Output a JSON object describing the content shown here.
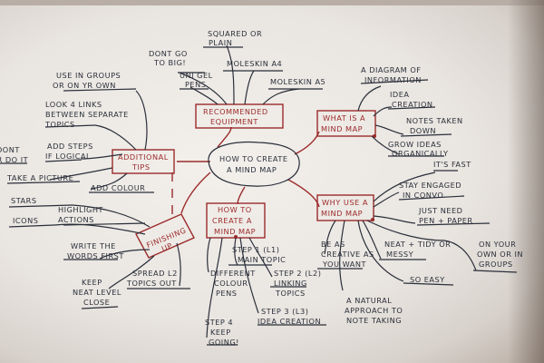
{
  "center": {
    "line1": "HOW TO CREATE",
    "line2": "A MIND MAP"
  },
  "equipment": {
    "title_l1": "RECOMMENDED",
    "title_l2": "EQUIPMENT",
    "items": [
      {
        "l1": "DONT GO",
        "l2": "TO BIG!"
      },
      {
        "l1": "SQUARED OR",
        "l2": "PLAIN"
      },
      {
        "l1": "MOLESKIN A4",
        "l2": ""
      },
      {
        "l1": "UNI GEL",
        "l2": "PENS"
      },
      {
        "l1": "MOLESKIN A5",
        "l2": ""
      }
    ]
  },
  "what": {
    "title_l1": "WHAT IS A",
    "title_l2": "MIND MAP",
    "items": [
      {
        "l1": "A DIAGRAM OF",
        "l2": "INFORMATION"
      },
      {
        "l1": "IDEA",
        "l2": "CREATION"
      },
      {
        "l1": "NOTES TAKEN",
        "l2": "DOWN"
      },
      {
        "l1": "GROW IDEAS",
        "l2": "ORGANICALLY"
      }
    ]
  },
  "why": {
    "title_l1": "WHY USE A",
    "title_l2": "MIND MAP",
    "items": [
      {
        "l1": "IT'S FAST",
        "l2": ""
      },
      {
        "l1": "STAY ENGAGED",
        "l2": "IN CONVO"
      },
      {
        "l1": "JUST NEED",
        "l2": "PEN + PAPER"
      },
      {
        "l1": "ON YOUR",
        "l2": "OWN OR IN",
        "l3": "GROUPS"
      },
      {
        "l1": "NEAT + TIDY OR",
        "l2": "MESSY"
      },
      {
        "l1": "BE AS",
        "l2": "CREATIVE AS",
        "l3": "YOU WANT"
      },
      {
        "l1": "SO EASY",
        "l2": ""
      },
      {
        "l1": "A NATURAL",
        "l2": "APPROACH TO",
        "l3": "NOTE TAKING"
      }
    ]
  },
  "howto": {
    "title_l1": "HOW TO",
    "title_l2": "CREATE A",
    "title_l3": "MIND MAP",
    "items": [
      {
        "l1": "STEP 1 (L1)",
        "l2": "MAIN TOPIC"
      },
      {
        "l1": "STEP 2 (L2)",
        "l2": "LINKING",
        "l3": "TOPICS"
      },
      {
        "l1": "STEP 3 (L3)",
        "l2": "IDEA CREATION"
      },
      {
        "l1": "STEP 4",
        "l2": "KEEP",
        "l3": "GOING!"
      },
      {
        "l1": "DIFFERENT",
        "l2": "COLOUR",
        "l3": "PENS"
      }
    ]
  },
  "tips": {
    "title_l1": "ADDITIONAL",
    "title_l2": "TIPS",
    "items": [
      {
        "l1": "USE IN GROUPS",
        "l2": "OR ON YR OWN"
      },
      {
        "l1": "LOOK 4 LINKS",
        "l2": "BETWEEN SEPARATE",
        "l3": "TOPICS"
      },
      {
        "l1": "ADD STEPS",
        "l2": "IF LOGICAL"
      },
      {
        "l1": "DONT",
        "l2": "OVER DO IT"
      },
      {
        "l1": "TAKE A PICTURE",
        "l2": ""
      },
      {
        "l1": "ADD COLOUR",
        "l2": ""
      }
    ]
  },
  "finish": {
    "title_l1": "FINISHING",
    "title_l2": "UP",
    "items": [
      {
        "l1": "STARS",
        "l2": ""
      },
      {
        "l1": "HIGHLIGHT",
        "l2": "ACTIONS"
      },
      {
        "l1": "ICONS",
        "l2": ""
      },
      {
        "l1": "WRITE THE",
        "l2": "WORDS FIRST"
      },
      {
        "l1": "KEEP",
        "l2": "NEAT LEVEL",
        "l3": "CLOSE"
      },
      {
        "l1": "SPREAD L2",
        "l2": "TOPICS OUT"
      }
    ]
  }
}
